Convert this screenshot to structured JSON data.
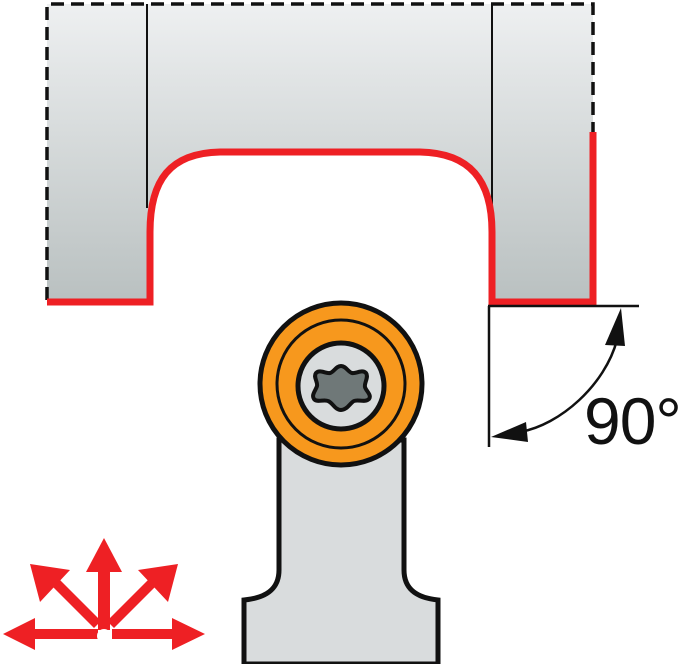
{
  "diagram": {
    "subject": "Turning tool with round insert machining a groove/profile",
    "workpiece": {
      "fill_top": "#eef0f1",
      "fill_bottom": "#b8bfbf",
      "outline_style": "dashed",
      "machined_profile_color": "#ee2024"
    },
    "insert": {
      "shape": "round",
      "color": "#f7981d",
      "screw": "torx"
    },
    "shank": {
      "fill": "#d9dcdd"
    },
    "angle_dimension": {
      "label": "90°",
      "value": 90,
      "unit": "degrees"
    },
    "feed_directions": {
      "icon": "multi-direction-arrows-icon",
      "color": "#ee2024",
      "directions": [
        "left",
        "up-left",
        "up",
        "up-right",
        "right"
      ]
    }
  }
}
